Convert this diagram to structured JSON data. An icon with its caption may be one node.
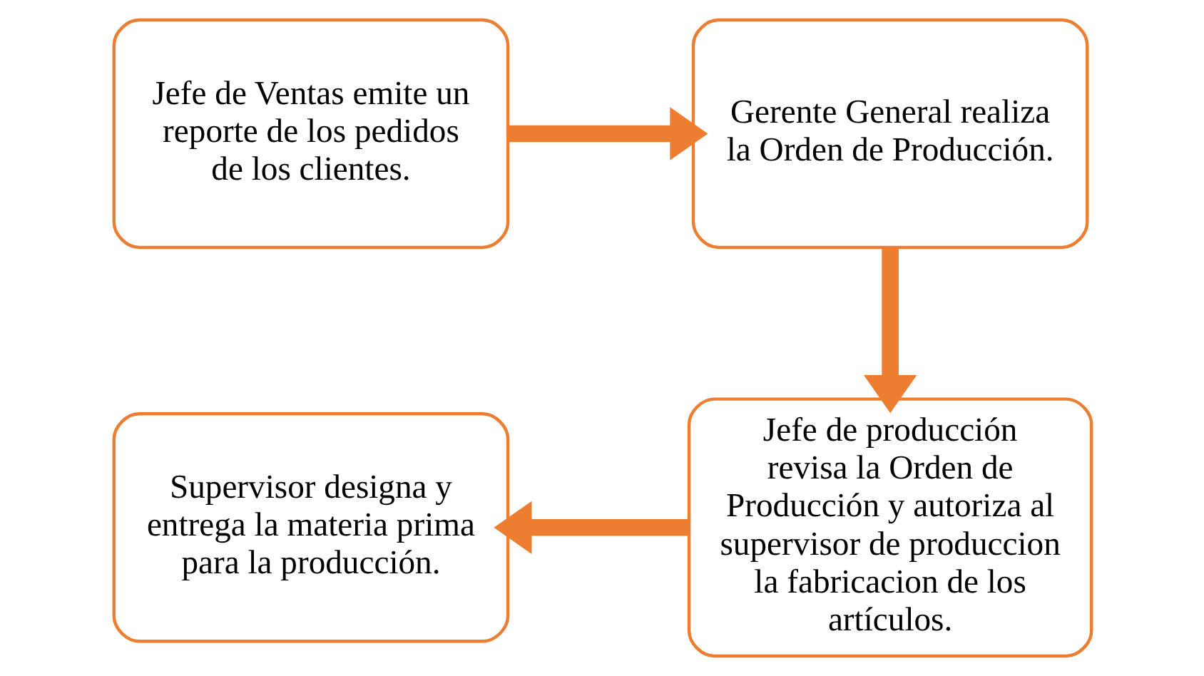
{
  "diagram": {
    "nodes": [
      {
        "text": [
          "Jefe de Ventas emite un reporte de los pedidos de los clientes."
        ]
      },
      {
        "text": [
          "Gerente General realiza la Orden de Producción."
        ]
      },
      {
        "text": [
          "Supervisor designa y entrega la materia prima para la producción."
        ]
      },
      {
        "text": [
          "Jefe de producción revisa la Orden de Producción y autoriza al supervisor de produccion la fabricacion de los artículos."
        ]
      }
    ],
    "edges": [
      {
        "from": 0,
        "to": 1,
        "arrow": "to"
      },
      {
        "from": 1,
        "to": 3,
        "arrow": "to"
      },
      {
        "from": 3,
        "to": 2,
        "arrow": "to"
      }
    ]
  }
}
